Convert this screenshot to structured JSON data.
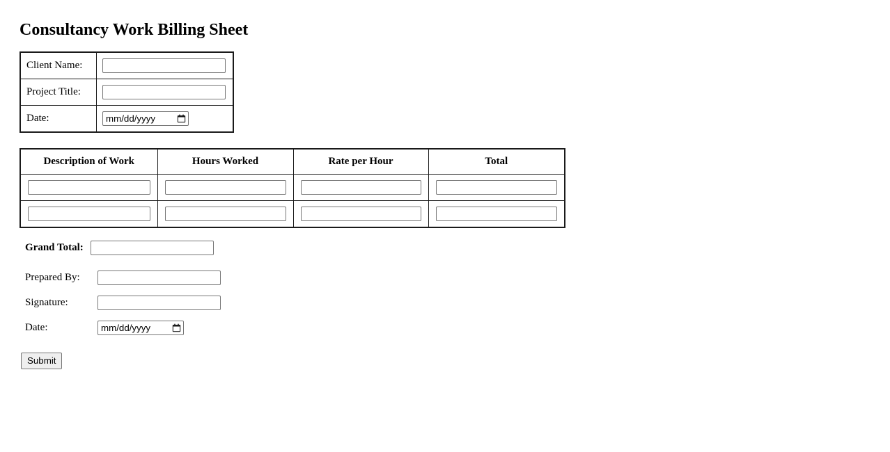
{
  "page": {
    "title": "Consultancy Work Billing Sheet"
  },
  "info_table": {
    "rows": [
      {
        "label": "Client Name:",
        "field_type": "text",
        "value": "",
        "placeholder": ""
      },
      {
        "label": "Project Title:",
        "field_type": "text",
        "value": "",
        "placeholder": ""
      },
      {
        "label": "Date:",
        "field_type": "date",
        "value": "",
        "placeholder": "mm/dd/yyyy"
      }
    ]
  },
  "work_table": {
    "headers": [
      "Description of Work",
      "Hours Worked",
      "Rate per Hour",
      "Total"
    ],
    "rows": [
      {
        "description": "",
        "hours": "",
        "rate": "",
        "total": ""
      },
      {
        "description": "",
        "hours": "",
        "rate": "",
        "total": ""
      }
    ]
  },
  "grand_total": {
    "label": "Grand Total:",
    "value": ""
  },
  "footer": {
    "fields": [
      {
        "label": "Prepared By:",
        "field_type": "text",
        "value": "",
        "placeholder": ""
      },
      {
        "label": "Signature:",
        "field_type": "text",
        "value": "",
        "placeholder": ""
      },
      {
        "label": "Date:",
        "field_type": "date",
        "value": "",
        "placeholder": "mm/dd/yyyy"
      }
    ]
  },
  "actions": {
    "submit_label": "Submit"
  },
  "icons": {
    "calendar": "calendar-icon"
  },
  "colors": {
    "text": "#000000",
    "background": "#ffffff",
    "border": "#1a1a1a",
    "input_border": "#767676",
    "button_face": "#efefef"
  }
}
